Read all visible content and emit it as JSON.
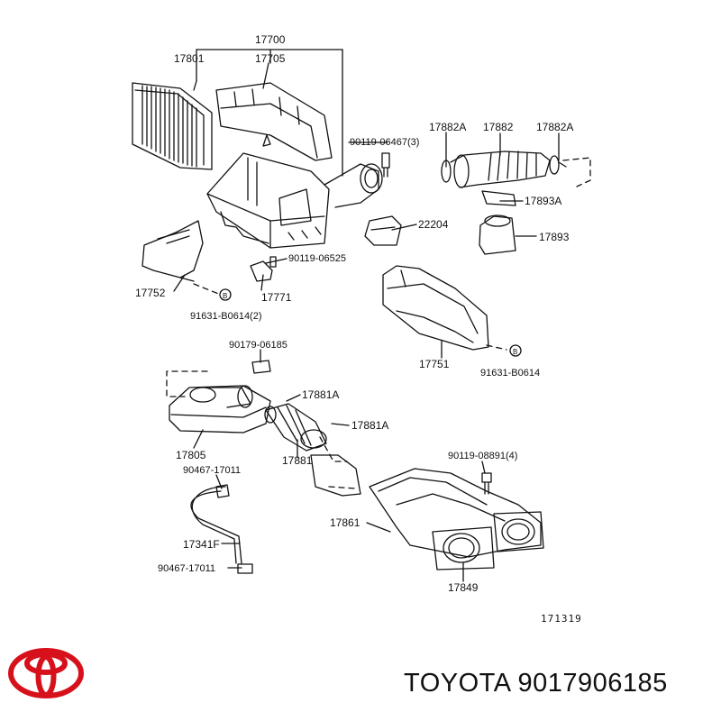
{
  "callouts": {
    "c17700": "17700",
    "c17801": "17801",
    "c17705": "17705",
    "c17882A_left": "17882A",
    "c17882": "17882",
    "c17882A_right": "17882A",
    "c90119_06467": "90119-06467(3)",
    "c17893A": "17893A",
    "c22204": "22204",
    "c17893": "17893",
    "c90119_06525": "90119-06525",
    "c17752": "17752",
    "c17771": "17771",
    "c91631_B0614_2": "91631-B0614(2)",
    "c17751": "17751",
    "c91631_B0614": "91631-B0614",
    "c90179_06185": "90179-06185",
    "c17881A_top": "17881A",
    "c17881A_mid": "17881A",
    "c17805": "17805",
    "c17881": "17881",
    "c90467_17011_top": "90467-17011",
    "c90119_08891": "90119-08891(4)",
    "c17861": "17861",
    "c17341F": "17341F",
    "c90467_17011_bottom": "90467-17011",
    "c17849": "17849"
  },
  "figure_number": "171319",
  "footer": {
    "brand_text": "TOYOTA 9017906185",
    "logo_color": "#d7111c"
  },
  "icons": [
    "toyota-logo-icon"
  ]
}
